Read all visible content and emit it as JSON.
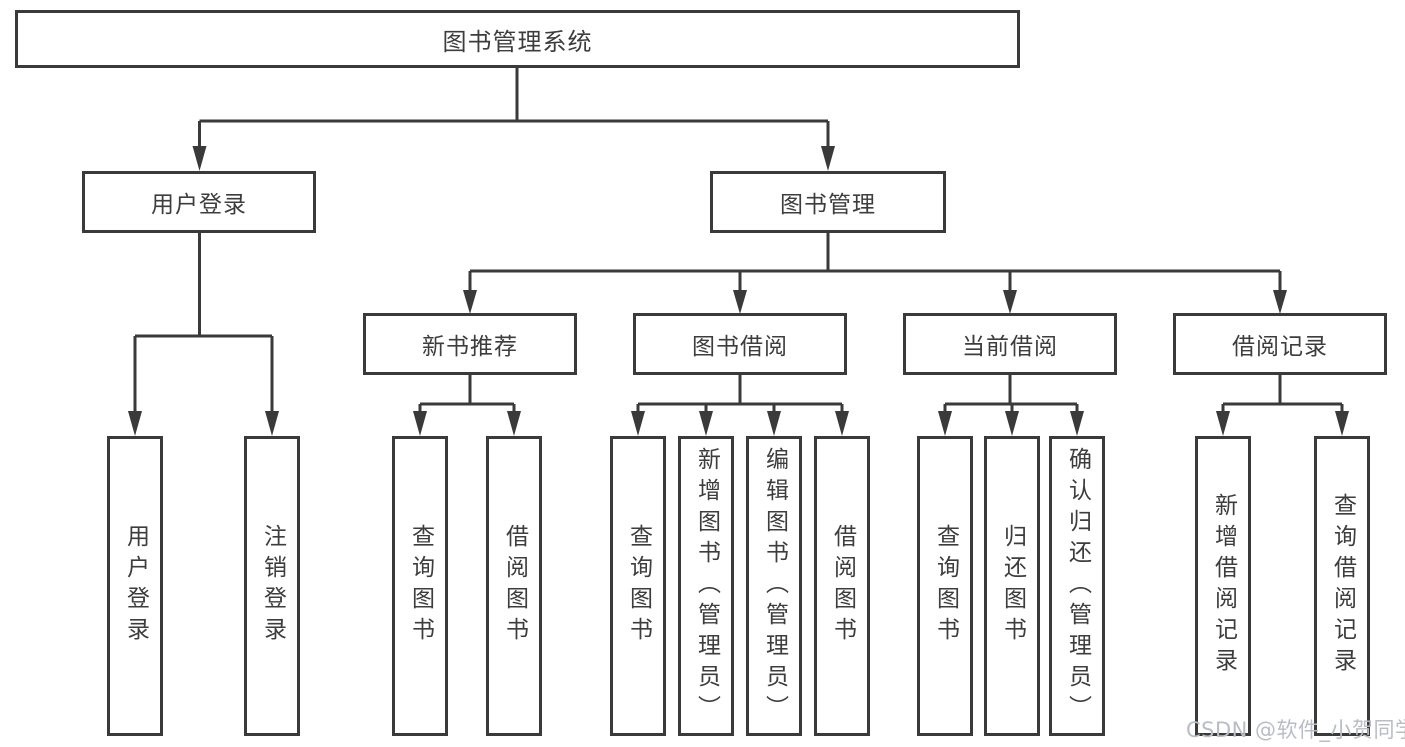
{
  "diagram": {
    "colors": {
      "line": "#3a3a3a",
      "text": "#3d3d3d",
      "watermark": "#b9bdc4",
      "background": "#ffffff"
    },
    "root": {
      "label": "图书管理系统"
    },
    "level2": [
      {
        "id": "user-login",
        "label": "用户登录"
      },
      {
        "id": "book-management",
        "label": "图书管理"
      }
    ],
    "level3": [
      {
        "id": "new-book-recommend",
        "label": "新书推荐"
      },
      {
        "id": "book-borrowing",
        "label": "图书借阅"
      },
      {
        "id": "current-borrowing",
        "label": "当前借阅"
      },
      {
        "id": "borrowing-records",
        "label": "借阅记录"
      }
    ],
    "leaves": {
      "user_login": [
        {
          "label": "用户登录"
        },
        {
          "label": "注销登录"
        }
      ],
      "new_book_recommend": [
        {
          "label": "查询图书"
        },
        {
          "label": "借阅图书"
        }
      ],
      "book_borrowing": [
        {
          "label": "查询图书"
        },
        {
          "label": "新增图书（管理员）"
        },
        {
          "label": "编辑图书（管理员）"
        },
        {
          "label": "借阅图书"
        }
      ],
      "current_borrowing": [
        {
          "label": "查询图书"
        },
        {
          "label": "归还图书"
        },
        {
          "label": "确认归还（管理员）"
        }
      ],
      "borrowing_records": [
        {
          "label": "新增借阅记录"
        },
        {
          "label": "查询借阅记录"
        }
      ]
    },
    "watermark": "CSDN @软件_小贺同学"
  }
}
